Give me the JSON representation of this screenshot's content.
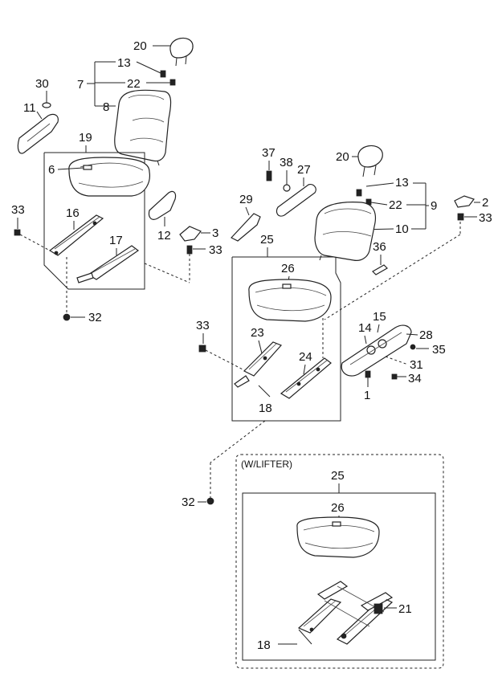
{
  "callouts": {
    "n1": "1",
    "n2": "2",
    "n3": "3",
    "n6": "6",
    "n7": "7",
    "n8": "8",
    "n9": "9",
    "n10": "10",
    "n11": "11",
    "n12": "12",
    "n13a": "13",
    "n13b": "13",
    "n14": "14",
    "n15": "15",
    "n16": "16",
    "n17": "17",
    "n18a": "18",
    "n18b": "18",
    "n19": "19",
    "n20a": "20",
    "n20b": "20",
    "n21": "21",
    "n22a": "22",
    "n22b": "22",
    "n23": "23",
    "n24": "24",
    "n25a": "25",
    "n25b": "25",
    "n26a": "26",
    "n26b": "26",
    "n27": "27",
    "n28": "28",
    "n29": "29",
    "n30": "30",
    "n31": "31",
    "n32a": "32",
    "n32b": "32",
    "n33a": "33",
    "n33b": "33",
    "n33c": "33",
    "n33d": "33",
    "n34": "34",
    "n35": "35",
    "n36": "36",
    "n37": "37",
    "n38": "38"
  },
  "lifter_box": {
    "label": "(W/LIFTER)"
  }
}
